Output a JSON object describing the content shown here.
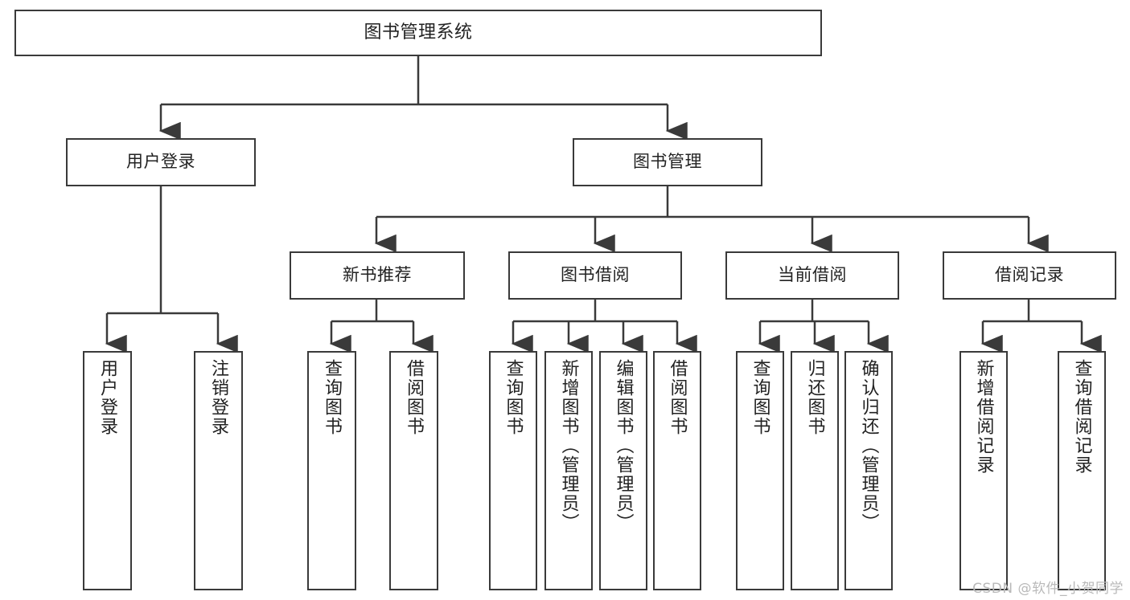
{
  "diagram": {
    "title": "图书管理系统",
    "watermark": "CSDN @软件_小贺同学",
    "line_color": "#3a3a3a",
    "box_border_color": "#3a3a3a",
    "box_fill_color": "#ffffff",
    "text_color": "#222222",
    "watermark_color": "#b9b9b9"
  },
  "root": {
    "label": "图书管理系统"
  },
  "level2": [
    {
      "label": "用户登录"
    },
    {
      "label": "图书管理"
    }
  ],
  "level3": [
    {
      "label": "新书推荐"
    },
    {
      "label": "图书借阅"
    },
    {
      "label": "当前借阅"
    },
    {
      "label": "借阅记录"
    }
  ],
  "leaves": {
    "user_login": [
      {
        "label": "用户登录"
      },
      {
        "label": "注销登录"
      }
    ],
    "new_book_recommend": [
      {
        "label": "查询图书"
      },
      {
        "label": "借阅图书"
      }
    ],
    "book_borrow": [
      {
        "label": "查询图书"
      },
      {
        "label": "新增图书（管理员）"
      },
      {
        "label": "编辑图书（管理员）"
      },
      {
        "label": "借阅图书"
      }
    ],
    "current_borrow": [
      {
        "label": "查询图书"
      },
      {
        "label": "归还图书"
      },
      {
        "label": "确认归还（管理员）"
      }
    ],
    "borrow_record": [
      {
        "label": "新增借阅记录"
      },
      {
        "label": "查询借阅记录"
      }
    ]
  }
}
